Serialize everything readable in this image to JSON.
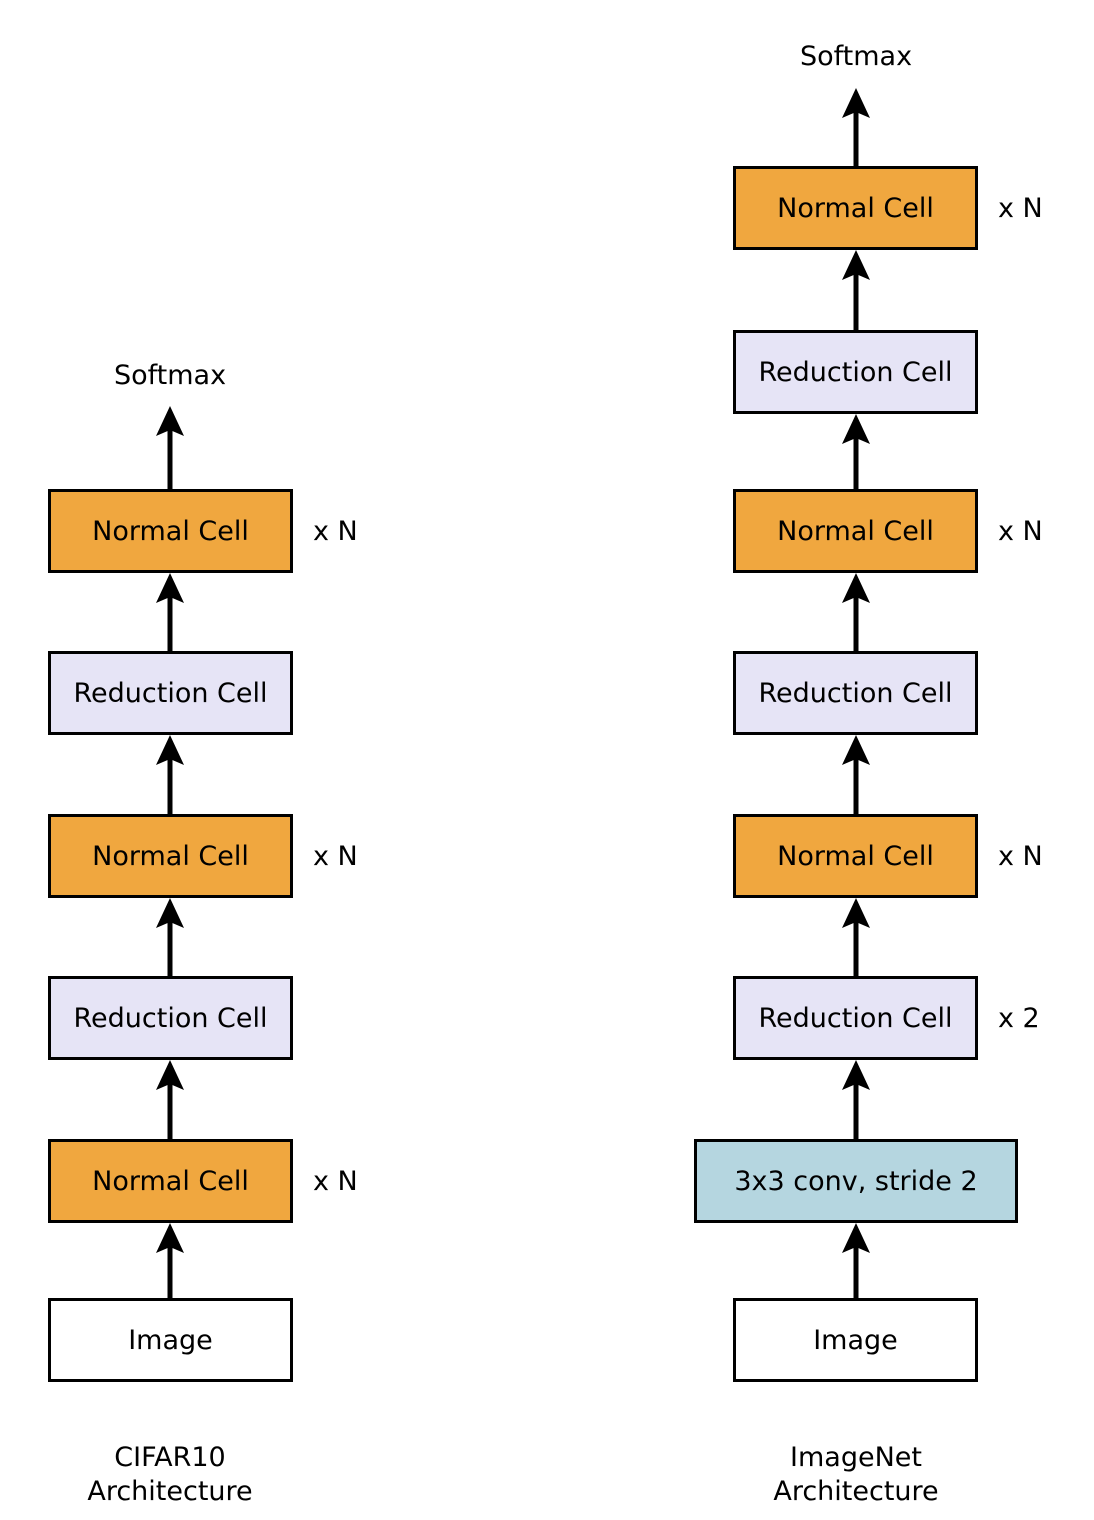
{
  "colors": {
    "normal_cell": "#F0A73F",
    "reduction_cell": "#E6E4F6",
    "conv_cell": "#B5D6E0",
    "input_cell": "#FFFFFF",
    "stroke": "#000000"
  },
  "left": {
    "softmax": "Softmax",
    "nodes": [
      {
        "label": "Normal Cell",
        "mult": "x N"
      },
      {
        "label": "Reduction Cell",
        "mult": ""
      },
      {
        "label": "Normal Cell",
        "mult": "x N"
      },
      {
        "label": "Reduction Cell",
        "mult": ""
      },
      {
        "label": "Normal Cell",
        "mult": "x N"
      },
      {
        "label": "Image",
        "mult": ""
      }
    ],
    "caption1": "CIFAR10",
    "caption2": "Architecture"
  },
  "right": {
    "softmax": "Softmax",
    "nodes": [
      {
        "label": "Normal Cell",
        "mult": "x N"
      },
      {
        "label": "Reduction Cell",
        "mult": ""
      },
      {
        "label": "Normal Cell",
        "mult": "x N"
      },
      {
        "label": "Reduction Cell",
        "mult": ""
      },
      {
        "label": "Normal Cell",
        "mult": "x N"
      },
      {
        "label": "Reduction Cell",
        "mult": "x 2"
      },
      {
        "label": "3x3 conv, stride 2",
        "mult": ""
      },
      {
        "label": "Image",
        "mult": ""
      }
    ],
    "caption1": "ImageNet",
    "caption2": "Architecture"
  }
}
